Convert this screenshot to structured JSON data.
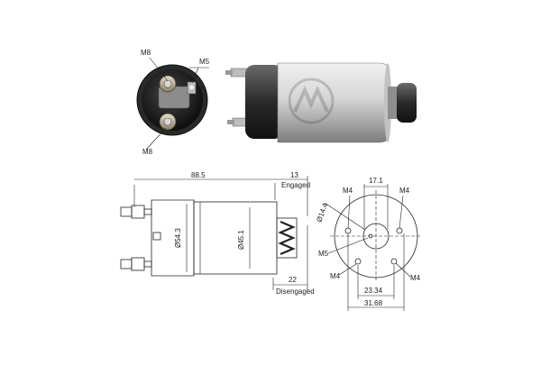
{
  "labels": {
    "front_m8_top": "M8",
    "front_m5": "M5",
    "front_m8_bottom": "M8",
    "length_overall": "88.5",
    "engaged_value": "13",
    "engaged_text": "Engaged",
    "dia_body": "Ø54.3",
    "dia_inner": "Ø45.1",
    "disengaged_value": "22",
    "disengaged_text": "Disengaged",
    "end_top": "17.1",
    "end_m4_tl": "M4",
    "end_m4_tr": "M4",
    "end_dia": "Ø14.4",
    "end_m5": "M5",
    "end_m4_bl": "M4",
    "end_m4_br": "M4",
    "end_span_inner": "23.34",
    "end_span_outer": "31.68"
  }
}
